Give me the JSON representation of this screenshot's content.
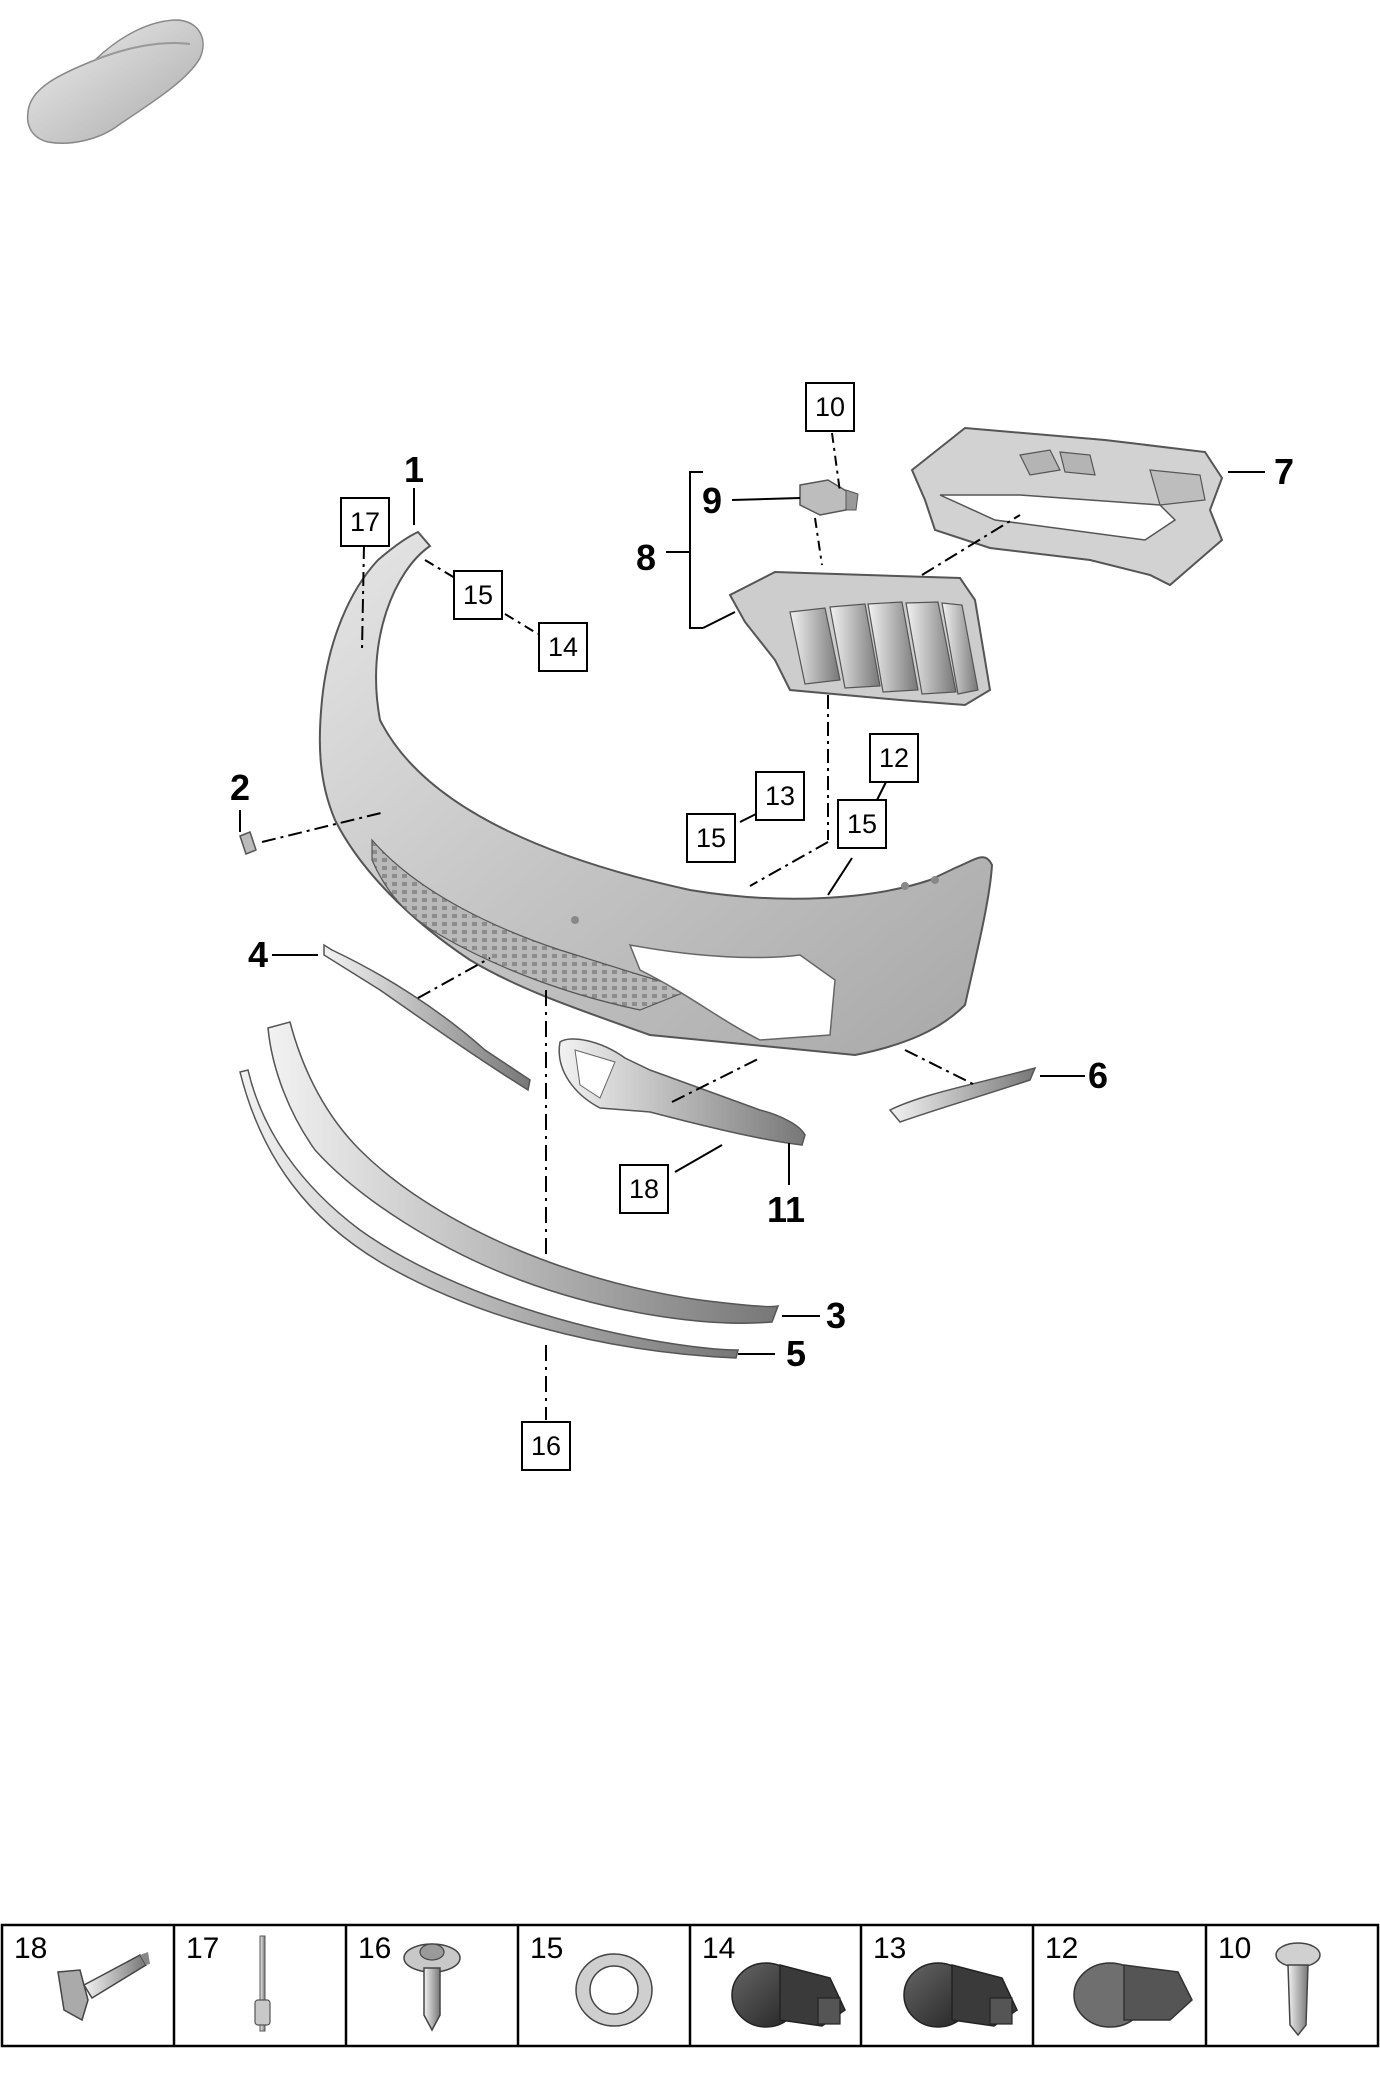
{
  "diagram": {
    "part_labels": {
      "p1": "1",
      "p2": "2",
      "p3": "3",
      "p4": "4",
      "p5": "5",
      "p6": "6",
      "p7": "7",
      "p8": "8",
      "p9": "9",
      "p11": "11"
    },
    "callouts": {
      "c10": "10",
      "c12": "12",
      "c13": "13",
      "c14": "14",
      "c15a": "15",
      "c15b": "15",
      "c15c": "15",
      "c16": "16",
      "c17": "17",
      "c18": "18"
    }
  },
  "fastener_strip": [
    {
      "number": "18",
      "icon": "torx-screw-icon"
    },
    {
      "number": "17",
      "icon": "pin-rivet-icon"
    },
    {
      "number": "16",
      "icon": "flange-screw-icon"
    },
    {
      "number": "15",
      "icon": "ring-icon"
    },
    {
      "number": "14",
      "icon": "parking-sensor-icon"
    },
    {
      "number": "13",
      "icon": "parking-sensor-icon"
    },
    {
      "number": "12",
      "icon": "parking-sensor-icon"
    },
    {
      "number": "10",
      "icon": "bolt-icon"
    }
  ],
  "colors": {
    "part_fill": "#cfcfcf",
    "part_stroke": "#555555",
    "sensor_dark": "#2f2f2f",
    "sensor_light": "#6a6a6a"
  }
}
